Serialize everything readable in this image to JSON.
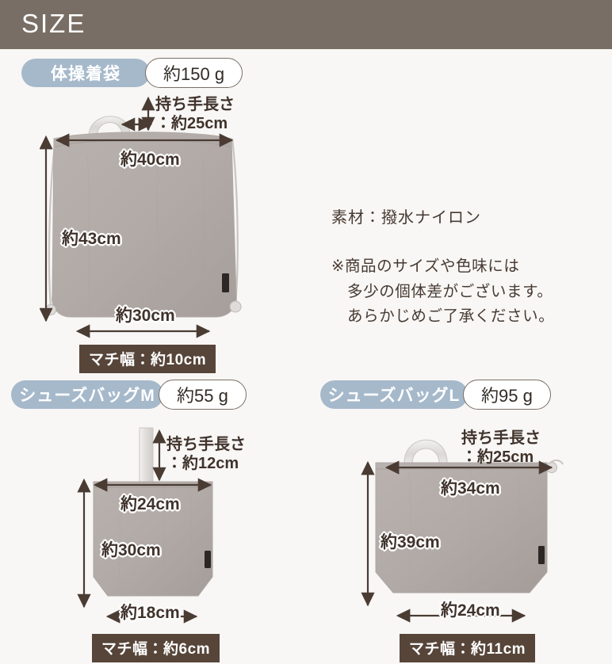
{
  "header": {
    "title": "SIZE",
    "bg_color": "#796e65",
    "text_color": "#ffffff"
  },
  "colors": {
    "page_bg": "#f8f7f5",
    "pill_name_bg": "#a6b9cb",
    "pill_weight_border": "#7a6f66",
    "badge_bg": "#57453a",
    "bag_fabric": "#b3aca8",
    "bag_fabric_shade": "#a8a09c",
    "handle": "#e6e4e2",
    "dim_text": "#40332c",
    "arrow": "#4a3c33"
  },
  "products": [
    {
      "id": "gym-bag",
      "name": "体操着袋",
      "weight": "約150 g",
      "handle_label_line1": "持ち手長さ",
      "handle_label_line2": "：約25cm",
      "top_width": "約40cm",
      "height": "約43cm",
      "bottom_width": "約30cm",
      "gusset": "マチ幅：約10cm"
    },
    {
      "id": "shoes-bag-m",
      "name": "シューズバッグM",
      "weight": "約55 g",
      "handle_label_line1": "持ち手長さ",
      "handle_label_line2": "：約12cm",
      "top_width": "約24cm",
      "height": "約30cm",
      "bottom_width": "約18cm",
      "gusset": "マチ幅：約6cm"
    },
    {
      "id": "shoes-bag-l",
      "name": "シューズバッグL",
      "weight": "約95 g",
      "handle_label_line1": "持ち手長さ",
      "handle_label_line2": "：約25cm",
      "top_width": "約34cm",
      "height": "約39cm",
      "bottom_width": "約24cm",
      "gusset": "マチ幅：約11cm"
    }
  ],
  "notes": {
    "material": "素材：撥水ナイロン",
    "caution_line1": "※商品のサイズや色味には",
    "caution_line2": "多少の個体差がございます。",
    "caution_line3": "あらかじめご了承ください。"
  }
}
